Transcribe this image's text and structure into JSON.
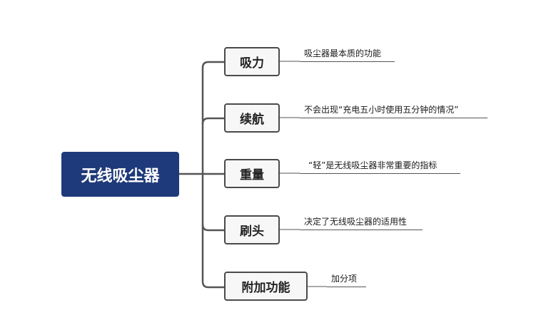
{
  "root": {
    "label": "无线吸尘器"
  },
  "branches": [
    {
      "label": "吸力",
      "detail": "吸尘器最本质的功能"
    },
    {
      "label": "续航",
      "detail": "不会出现“充电五小时使用五分钟的情况”"
    },
    {
      "label": "重量",
      "detail": "“轻”是无线吸尘器非常重要的指标"
    },
    {
      "label": "刷头",
      "detail": "决定了无线吸尘器的适用性"
    },
    {
      "label": "附加功能",
      "detail": "加分项"
    }
  ],
  "colors": {
    "root_fill": "#1f3a7a",
    "branch_fill": "#f7f7f7",
    "branch_border": "#4a4a4a",
    "connector": "#555555"
  }
}
